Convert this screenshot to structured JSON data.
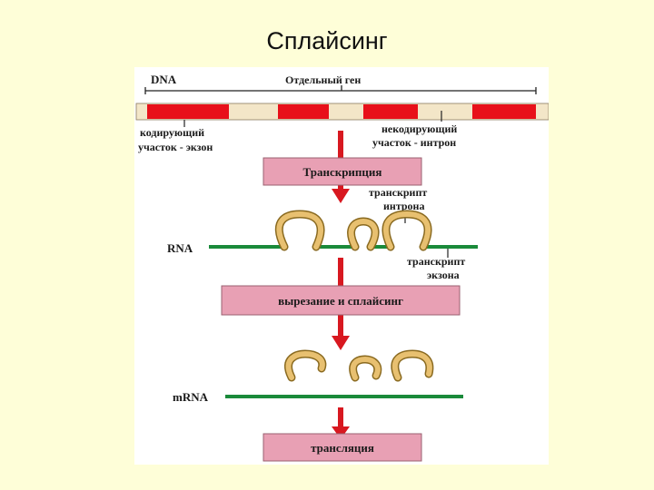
{
  "slide": {
    "title": "Сплайсинг"
  },
  "diagram": {
    "dna_label": "DNA",
    "gene_label": "Отдельный ген",
    "exon_label_line1": "кодирующий",
    "exon_label_line2": "участок - экзон",
    "intron_label_line1": "некодирующий",
    "intron_label_line2": "участок - интрон",
    "step1": "Транскрипция",
    "intron_transcript_line1": "транскрипт",
    "intron_transcript_line2": "интрона",
    "rna_label": "RNA",
    "exon_transcript_line1": "транскрипт",
    "exon_transcript_line2": "экзона",
    "step2": "вырезание и сплайсинг",
    "mrna_label": "mRNA",
    "step3": "трансляция"
  },
  "colors": {
    "background": "#fefed8",
    "exon_red": "#e8101a",
    "intron_beige": "#f3e6c8",
    "rna_green": "#1a8a3a",
    "loop_gold": "#e8c070",
    "step_box_pink": "#e8a0b4",
    "arrow_red": "#d81820"
  }
}
